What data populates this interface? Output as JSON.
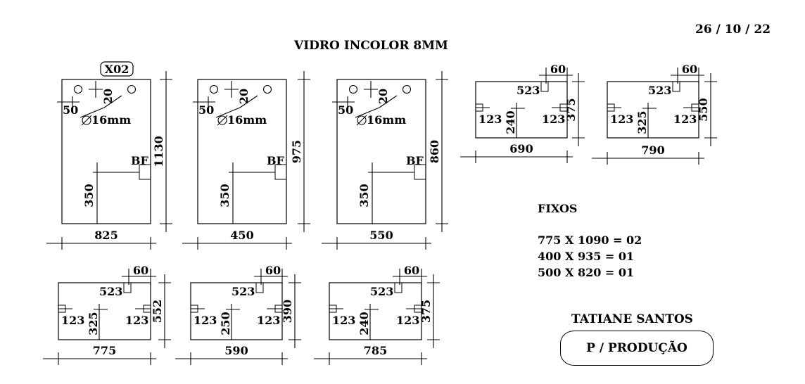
{
  "header": {
    "title": "VIDRO INCOLOR 8MM",
    "date": "26 / 10 / 22"
  },
  "door_panels": [
    {
      "tag": "X02",
      "width": "825",
      "height": "1130",
      "bf": "BF",
      "bf_height": "350",
      "hole_gap": "20",
      "hole_offset": "50",
      "hole_diameter": "16mm"
    },
    {
      "tag": "",
      "width": "450",
      "height": "975",
      "bf": "BF",
      "bf_height": "350",
      "hole_gap": "20",
      "hole_offset": "50",
      "hole_diameter": "16mm"
    },
    {
      "tag": "",
      "width": "550",
      "height": "860",
      "bf": "BF",
      "bf_height": "350",
      "hole_gap": "20",
      "hole_offset": "50",
      "hole_diameter": "16mm"
    }
  ],
  "panels": [
    {
      "width": "690",
      "height": "375",
      "top": "60",
      "notch": "523",
      "left": "123",
      "right": "123",
      "center": "240"
    },
    {
      "width": "790",
      "height": "550",
      "top": "60",
      "notch": "523",
      "left": "123",
      "right": "123",
      "center": "325"
    },
    {
      "width": "775",
      "height": "552",
      "top": "60",
      "notch": "523",
      "left": "123",
      "right": "123",
      "center": "325"
    },
    {
      "width": "590",
      "height": "390",
      "top": "60",
      "notch": "523",
      "left": "123",
      "right": "123",
      "center": "250"
    },
    {
      "width": "785",
      "height": "375",
      "top": "60",
      "notch": "523",
      "left": "123",
      "right": "123",
      "center": "240"
    }
  ],
  "fixos": {
    "title": "FIXOS",
    "items": [
      "775 X 1090 = 02",
      "400 X 935 = 01",
      "500 X 820 = 01"
    ]
  },
  "footer": {
    "client": "TATIANE SANTOS",
    "stamp": "P / PRODUÇÃO"
  }
}
